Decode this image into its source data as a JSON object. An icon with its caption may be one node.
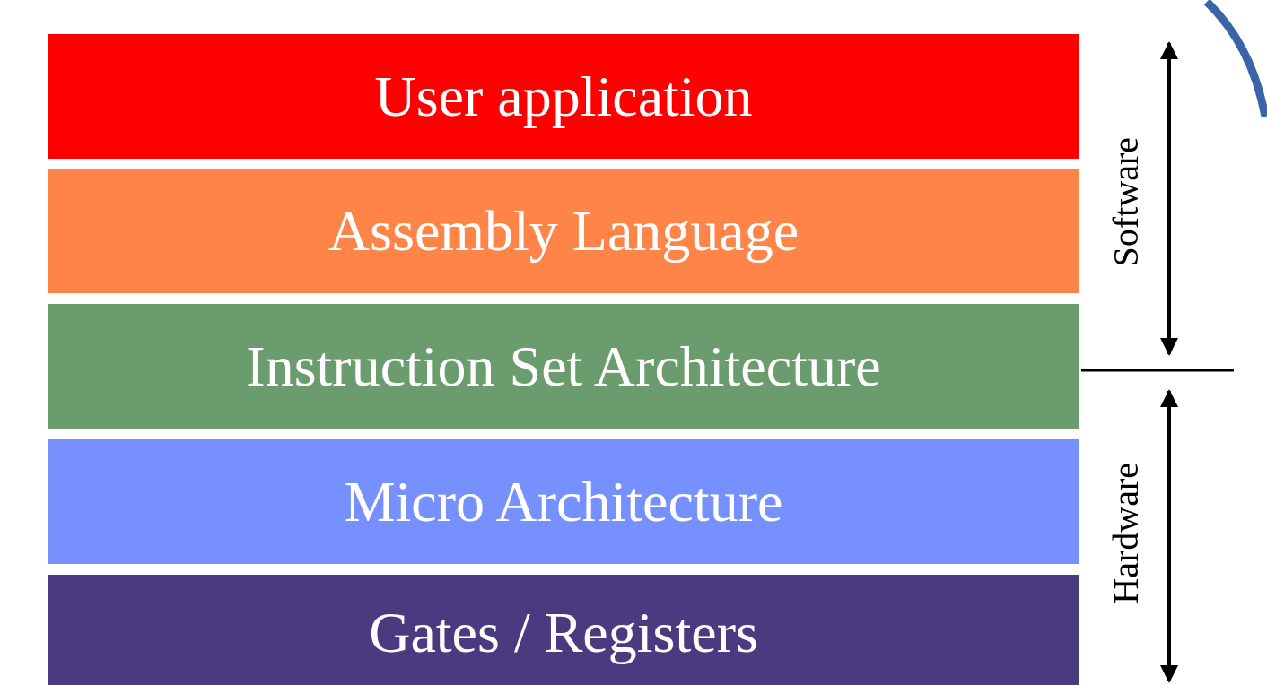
{
  "diagram": {
    "nodes": [
      {
        "text": [
          "User application"
        ]
      },
      {
        "text": [
          "Assembly Language"
        ]
      },
      {
        "text": [
          "Instruction Set Architecture"
        ]
      },
      {
        "text": [
          "Micro Architecture"
        ]
      },
      {
        "text": [
          "Gates / Registers"
        ]
      }
    ],
    "labels": [
      "Software",
      "Hardware"
    ]
  }
}
